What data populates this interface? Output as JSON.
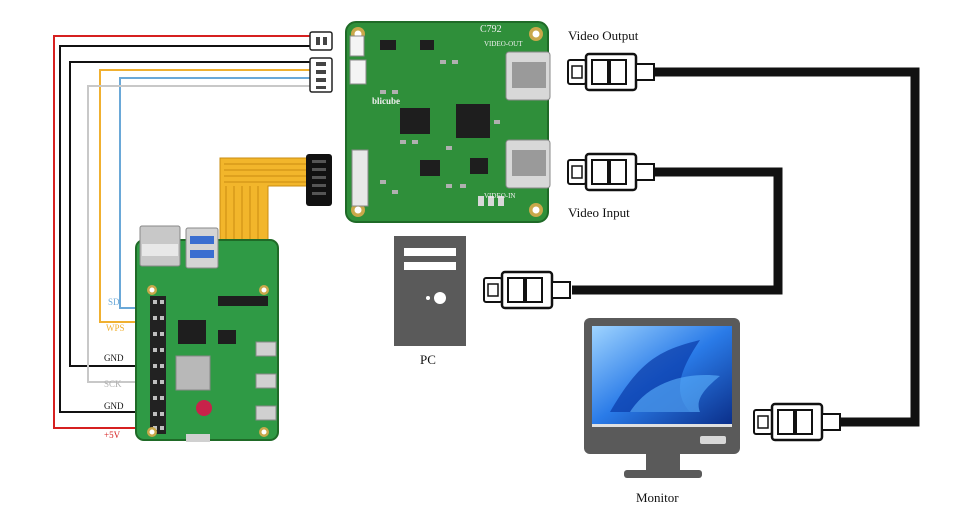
{
  "labels": {
    "video_output": "Video Output",
    "video_input": "Video Input",
    "pc": "PC",
    "monitor": "Monitor"
  },
  "board": {
    "model": "C792",
    "logo": "blicube",
    "video_out": "VIDEO-OUT",
    "video_in": "VIDEO-IN"
  },
  "wires": [
    {
      "label": "SD",
      "color": "#6aa8d8"
    },
    {
      "label": "WPS",
      "color": "#f0b030"
    },
    {
      "label": "GND",
      "color": "#111111"
    },
    {
      "label": "SCK",
      "color": "#c8c8c8"
    },
    {
      "label": "GND",
      "color": "#111111"
    },
    {
      "label": "+5V",
      "color": "#d62020"
    }
  ],
  "colors": {
    "pcb_green": "#2f8f3a",
    "ribbon": "#f2b62b",
    "hdmi_cable": "#111111",
    "pc_body": "#5a5a5a",
    "screen_blue": "#1d5fd0"
  }
}
